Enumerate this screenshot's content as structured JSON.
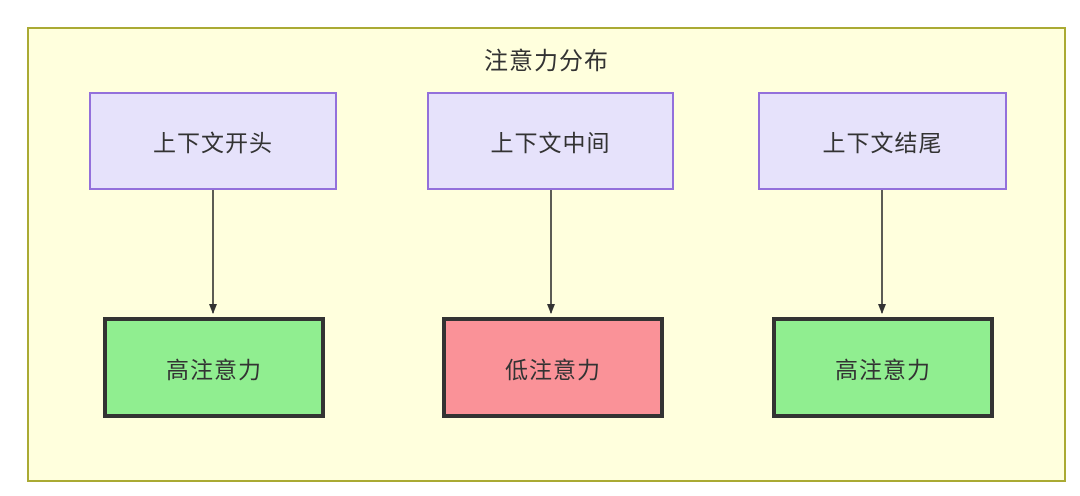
{
  "diagram": {
    "title": "注意力分布",
    "container": {
      "fill": "#ffffdd",
      "border_color": "#aaaa33"
    },
    "columns": [
      {
        "source": {
          "label": "上下文开头",
          "fill": "#e6e2fb",
          "border_color": "#9370db"
        },
        "target": {
          "label": "高注意力",
          "fill": "#90ee90",
          "border_color": "#333333"
        },
        "edge": {
          "style": "solid-arrow",
          "color": "#333333"
        }
      },
      {
        "source": {
          "label": "上下文中间",
          "fill": "#e6e2fb",
          "border_color": "#9370db"
        },
        "target": {
          "label": "低注意力",
          "fill": "#fa9298",
          "border_color": "#333333"
        },
        "edge": {
          "style": "solid-arrow",
          "color": "#333333"
        }
      },
      {
        "source": {
          "label": "上下文结尾",
          "fill": "#e6e2fb",
          "border_color": "#9370db"
        },
        "target": {
          "label": "高注意力",
          "fill": "#90ee90",
          "border_color": "#333333"
        },
        "edge": {
          "style": "solid-arrow",
          "color": "#333333"
        }
      }
    ]
  }
}
